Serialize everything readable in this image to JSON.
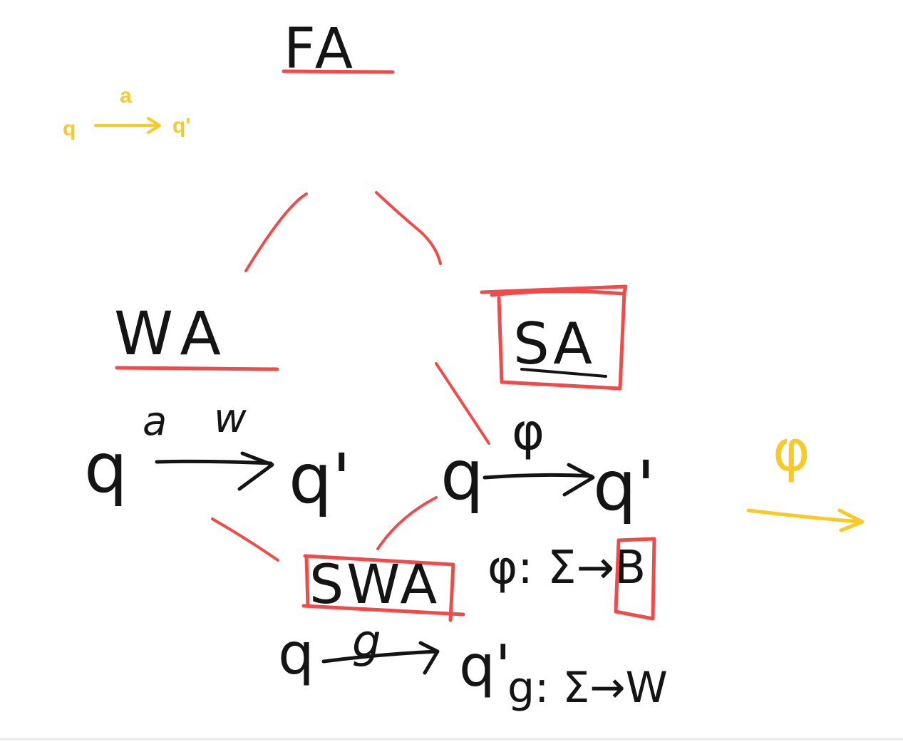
{
  "colors": {
    "ink": "#141414",
    "red": "#ef4b4b",
    "yellow": "#f7ca2a",
    "background": "#ffffff"
  },
  "nodes": {
    "fa": "FA",
    "wa": "WA",
    "sa": "SA",
    "swa": "SWA"
  },
  "legend": {
    "source": "q",
    "label": "a",
    "target": "q'"
  },
  "wa_transition": {
    "source": "q",
    "label_letter": "a",
    "label_weight": "w",
    "target": "q'"
  },
  "sa_transition": {
    "source": "q",
    "label": "φ",
    "target": "q'",
    "signature": "φ: Σ→B"
  },
  "swa_transition": {
    "source": "q",
    "label": "g",
    "target": "q'",
    "signature": "g: Σ→W"
  },
  "side_symbol": "φ",
  "icons": {
    "arrow": "right-arrow-icon",
    "boolean_set": "double-struck-b-icon",
    "weight_set": "double-struck-w-icon"
  }
}
